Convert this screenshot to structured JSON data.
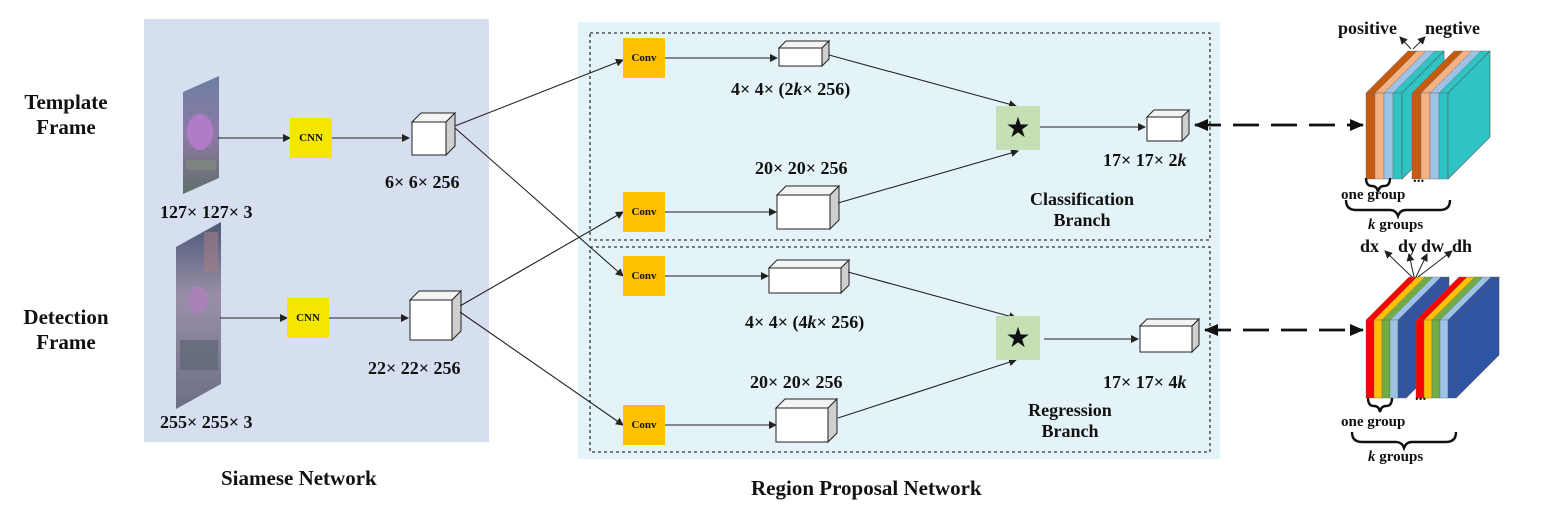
{
  "labels": {
    "template_frame_line1": "Template",
    "template_frame_line2": "Frame",
    "detection_frame_line1": "Detection",
    "detection_frame_line2": "Frame",
    "template_size": "127× 127× 3",
    "detection_size": "255× 255× 3",
    "cnn": "CNN",
    "template_feat": "6× 6× 256",
    "detection_feat": "22× 22× 256",
    "conv": "Conv",
    "cls_kernel": "4× 4× (2k× 256)",
    "cls_search": "20× 20× 256",
    "reg_kernel": "4× 4× (4k× 256)",
    "reg_search": "20× 20× 256",
    "cls_out": "17× 17× 2k",
    "reg_out": "17× 17× 4k",
    "cls_branch_line1": "Classification",
    "cls_branch_line2": "Branch",
    "reg_branch_line1": "Regression",
    "reg_branch_line2": "Branch",
    "siamese": "Siamese Network",
    "rpn": "Region Proposal Network",
    "positive": "positive",
    "negative": "negtive",
    "one_group": "one group",
    "k_groups": "k groups",
    "dx": "dx",
    "dy": "dy",
    "dw": "dw",
    "dh": "dh",
    "dots": "...",
    "star": "★"
  },
  "colors": {
    "siamese_bg": "#d6dff0",
    "rpn_bg": "#e4f3f7",
    "conv": "#ffc000",
    "cnn": "#f5e600",
    "star_bg": "#c5e0b4",
    "cls_stripes": [
      "#c55a11",
      "#f4b183",
      "#9dc3e6",
      "#2ec4c4"
    ],
    "reg_stripes": [
      "#ff0000",
      "#ffc000",
      "#70ad47",
      "#9dc3e6",
      "#2f55a4"
    ]
  }
}
